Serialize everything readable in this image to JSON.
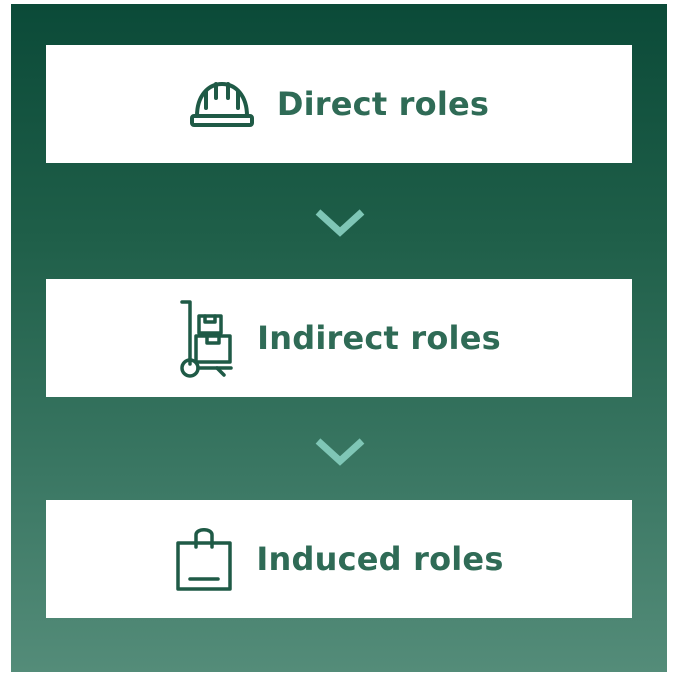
{
  "colors": {
    "accent": "#2f6b56",
    "chevron": "#7fc6b6",
    "background_top": "#0b4a38",
    "background_bottom": "#548c79",
    "card": "#ffffff"
  },
  "steps": [
    {
      "label": "Direct roles",
      "icon": "hard-hat-icon"
    },
    {
      "label": "Indirect roles",
      "icon": "hand-truck-icon"
    },
    {
      "label": "Induced roles",
      "icon": "shopping-bag-icon"
    }
  ]
}
